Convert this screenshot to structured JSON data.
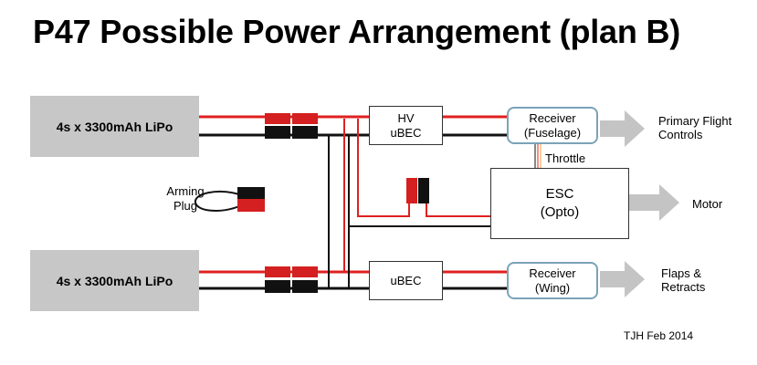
{
  "title": "P47 Possible Power Arrangement (plan B)",
  "batteries": [
    {
      "label": "4s x 3300mAh LiPo"
    },
    {
      "label": "4s x 3300mAh LiPo"
    }
  ],
  "hv_ubec": {
    "line1": "HV",
    "line2": "uBEC"
  },
  "ubec": {
    "label": "uBEC"
  },
  "receiver_fuselage": {
    "line1": "Receiver",
    "line2": "(Fuselage)"
  },
  "receiver_wing": {
    "line1": "Receiver",
    "line2": "(Wing)"
  },
  "esc": {
    "line1": "ESC",
    "line2": "(Opto)"
  },
  "arming_plug": {
    "line1": "Arming",
    "line2": "Plug"
  },
  "throttle_label": "Throttle",
  "outputs": {
    "primary": {
      "line1": "Primary Flight",
      "line2": "Controls"
    },
    "motor": "Motor",
    "flaps": {
      "line1": "Flaps &",
      "line2": "Retracts"
    }
  },
  "footer": "TJH Feb 2014",
  "colors": {
    "positive_wire": "#e02020",
    "negative_wire": "#111111",
    "battery_fill": "#c7c7c7",
    "receiver_border": "#7aa3b8",
    "arrow_fill": "#c4c4c4"
  }
}
